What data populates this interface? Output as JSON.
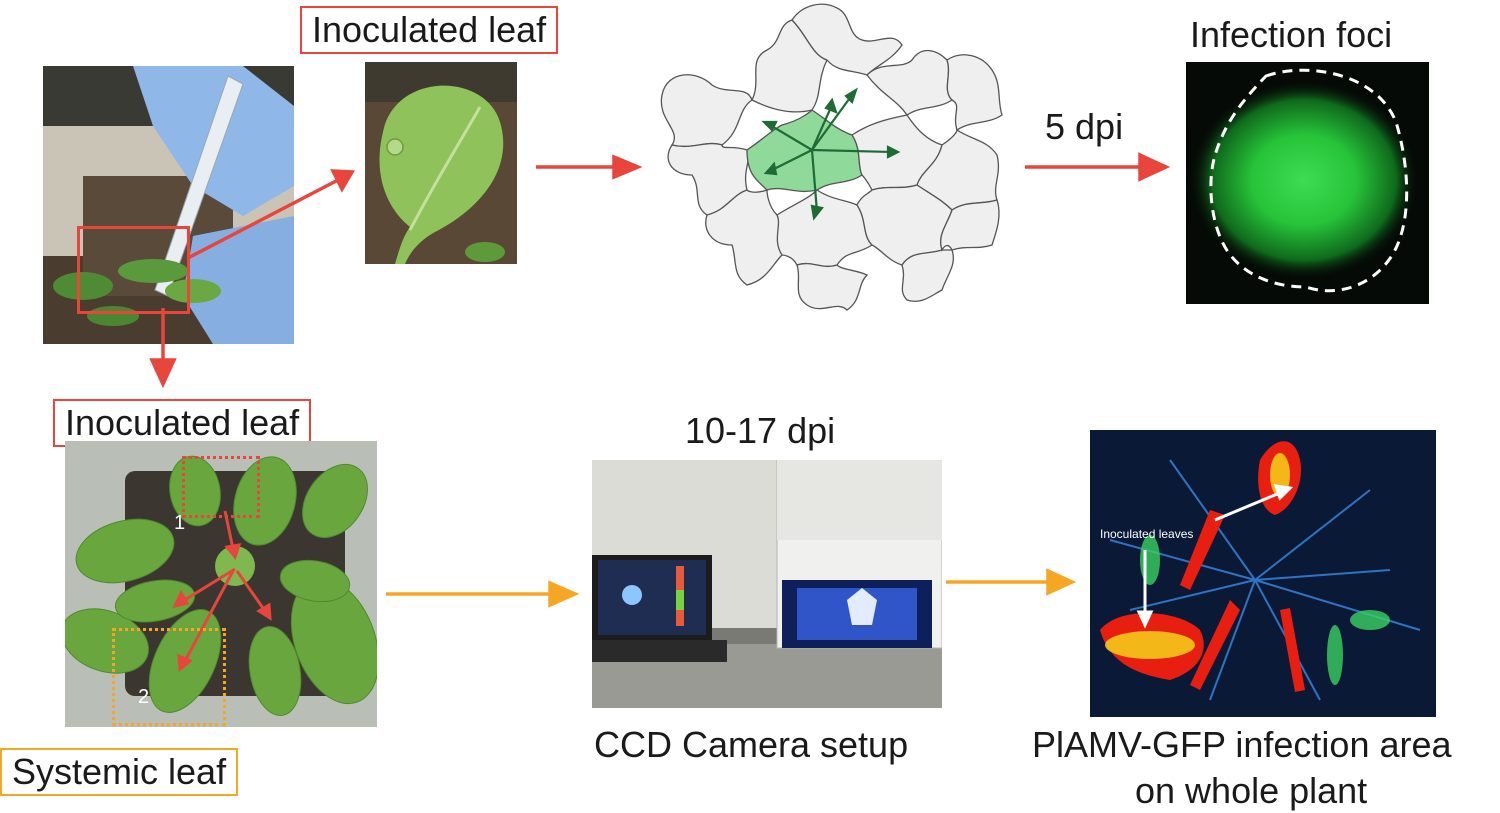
{
  "labels": {
    "inoculated_leaf_top": "Inoculated leaf",
    "inoculated_leaf_bottom": "Inoculated leaf",
    "systemic_leaf": "Systemic leaf",
    "infection_foci": "Infection foci",
    "dpi_5": "5 dpi",
    "dpi_10_17": "10-17 dpi",
    "ccd_camera": "CCD Camera setup",
    "plamv_line1": "PlAMV-GFP infection area",
    "plamv_line2": "on whole plant",
    "inoculated_leaves_annot": "Inoculated leaves",
    "marker_1": "1",
    "marker_2": "2"
  },
  "colors": {
    "red_arrow": "#e8453c",
    "orange_arrow": "#f5a623",
    "cell_fill": "#efefef",
    "infected_cell": "#8fd99a",
    "spread_arrow": "#1f6b35",
    "foci_bg": "#050a06",
    "foci_green": "#27c43a"
  },
  "icons": {
    "inoculation_photo": "pipette-inoculation-photo",
    "leaf_photo": "inoculated-leaf-photo",
    "cell_diagram": "epidermal-cells-diagram",
    "foci_image": "gfp-infection-foci-image",
    "rosette_photo": "arabidopsis-rosette-photo",
    "camera_photo": "ccd-camera-setup-photo",
    "heatmap_image": "whole-plant-fluorescence-image"
  }
}
